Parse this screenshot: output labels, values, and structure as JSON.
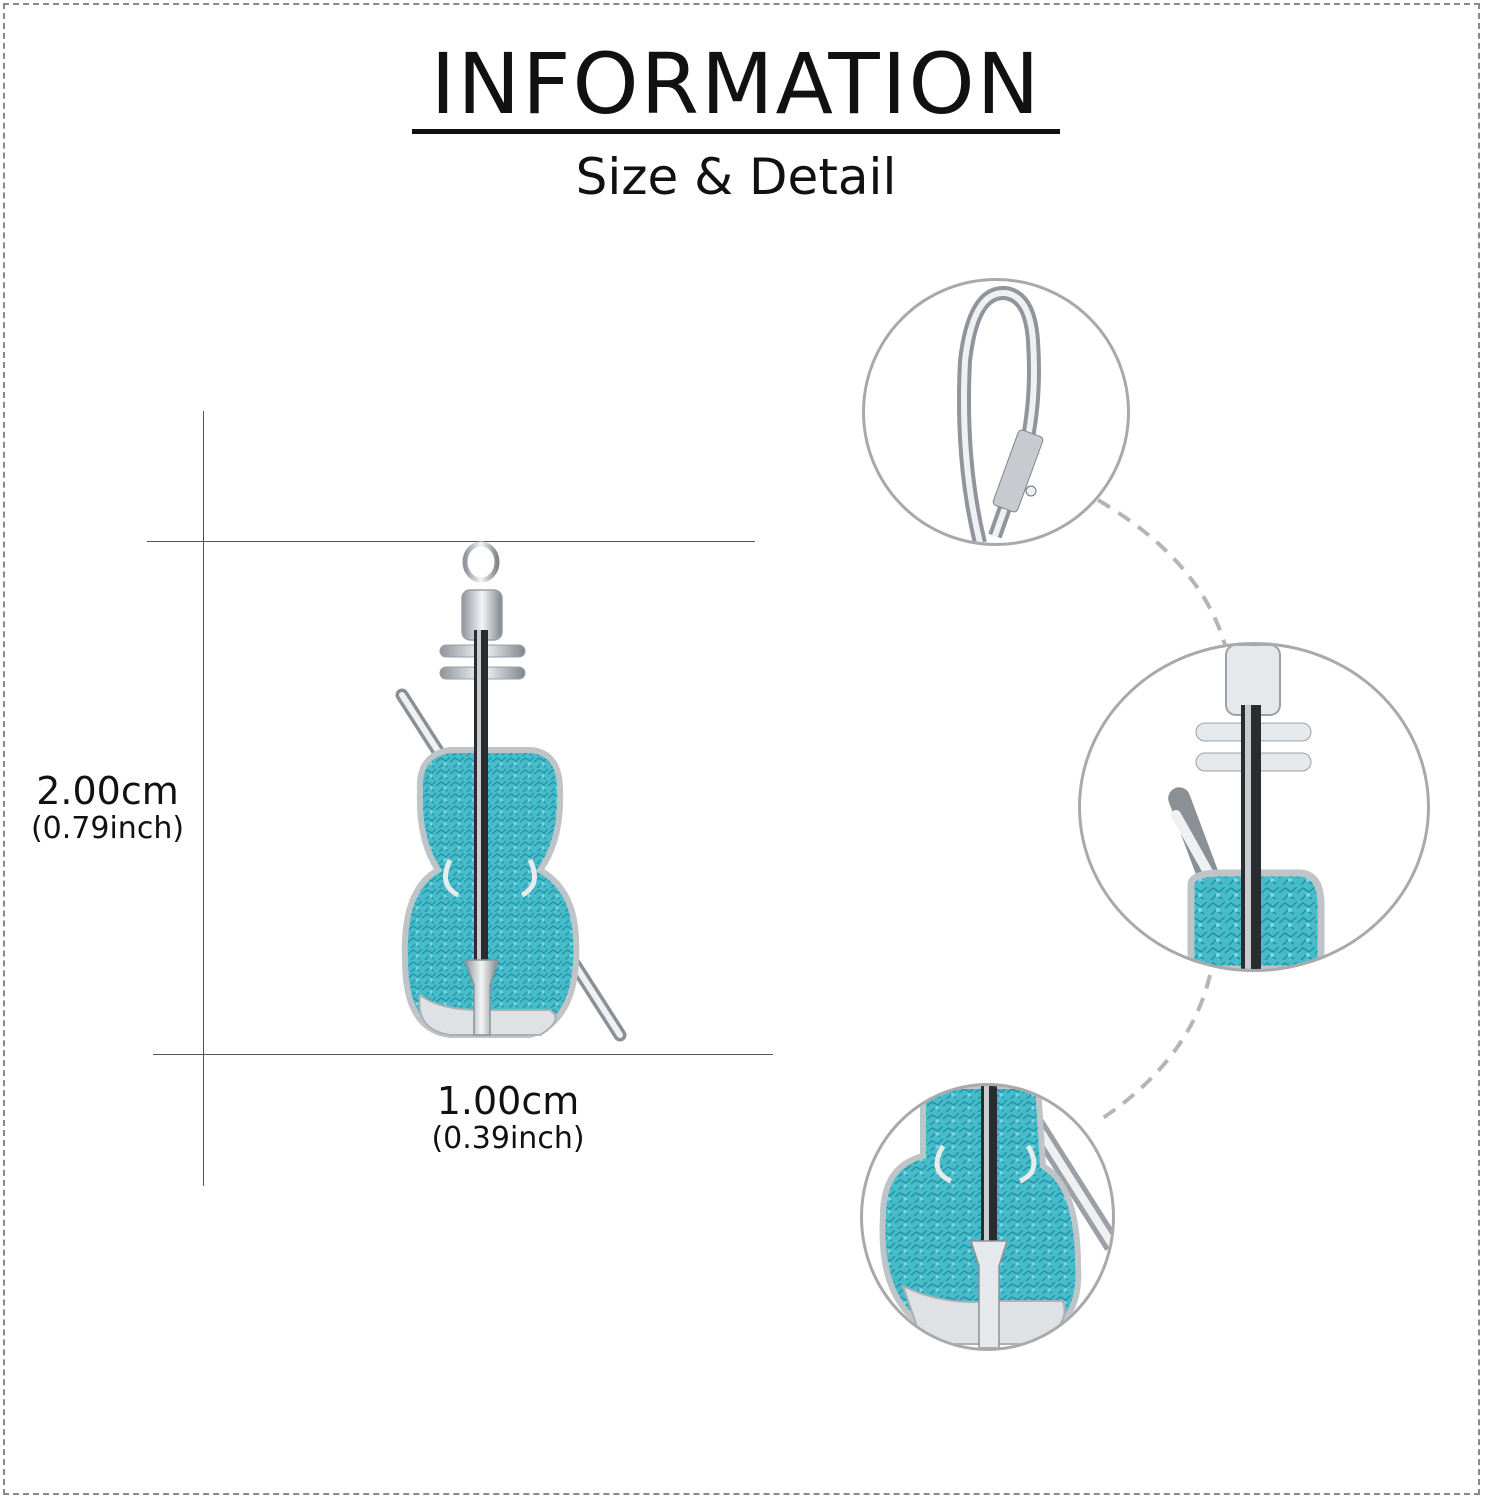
{
  "header": {
    "title": "INFORMATION",
    "subtitle": "Size & Detail"
  },
  "dimensions": {
    "height": {
      "cm": "2.00cm",
      "inch": "(0.79inch)"
    },
    "width": {
      "cm": "1.00cm",
      "inch": "(0.39inch)"
    }
  },
  "product": {
    "name": "violin-earring",
    "icons": [
      "violin-pendant-icon",
      "lever-back-hook-icon",
      "violin-scroll-detail-icon",
      "violin-body-detail-icon"
    ]
  },
  "colors": {
    "text": "#111111",
    "frame": "#8a8a8a",
    "circle_border": "#a9a9a9",
    "connector": "#b5b5b5",
    "turquoise": "#3fb8c8",
    "silver": "#c9cdd1"
  }
}
